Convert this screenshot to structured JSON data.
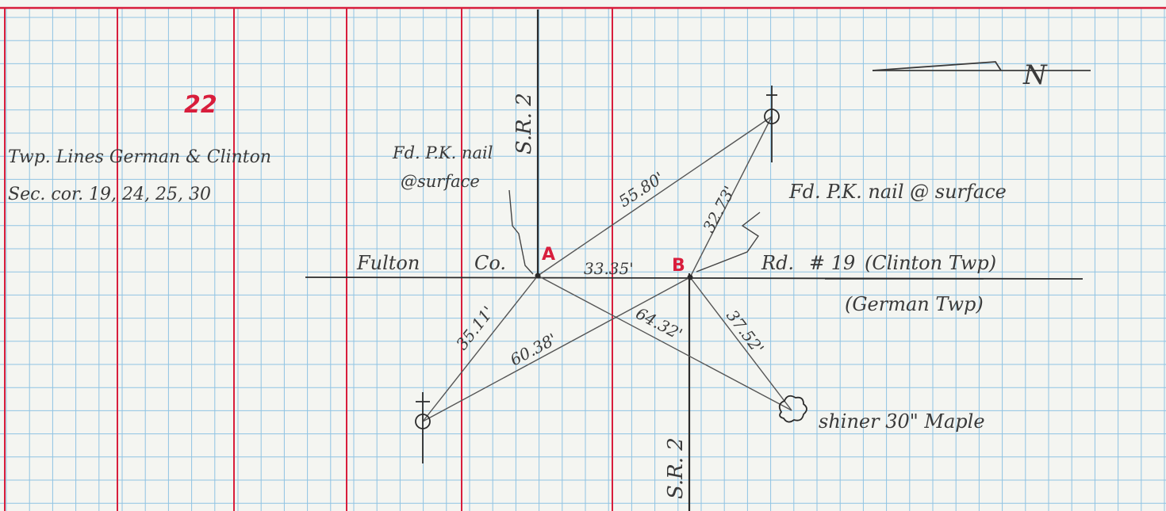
{
  "page_number": "22",
  "north_label": "N",
  "notes": {
    "twp_lines": "Twp. Lines German & Clinton",
    "sec_cor": "Sec. cor. 19, 24, 25, 30",
    "fd_nail_a_line1": "Fd. P.K. nail",
    "fd_nail_a_line2": "@surface",
    "fd_nail_b": "Fd. P.K. nail @ surface"
  },
  "road": {
    "fulton": "Fulton",
    "co": "Co.",
    "rd": "Rd.",
    "number": "# 19",
    "clinton_twp": "(Clinton Twp)",
    "german_twp": "(German Twp)"
  },
  "sr_label_top": "S.R. 2",
  "sr_label_bottom": "S.R. 2",
  "points": {
    "a": "A",
    "b": "B"
  },
  "distances": {
    "ab": "33.35'",
    "a_to_p": "55.80'",
    "b_to_p": "32.73'",
    "a_to_lower": "35.11'",
    "b_to_lower": "60.38'",
    "a_to_maple": "64.32'",
    "b_to_maple": "37.52'"
  },
  "maple_label": "shiner 30\" Maple",
  "colors": {
    "paper": "#f4f5f1",
    "grid_blue": "#8fc3e3",
    "red_rule": "#d81e3c",
    "pencil": "#3a3a3a"
  }
}
